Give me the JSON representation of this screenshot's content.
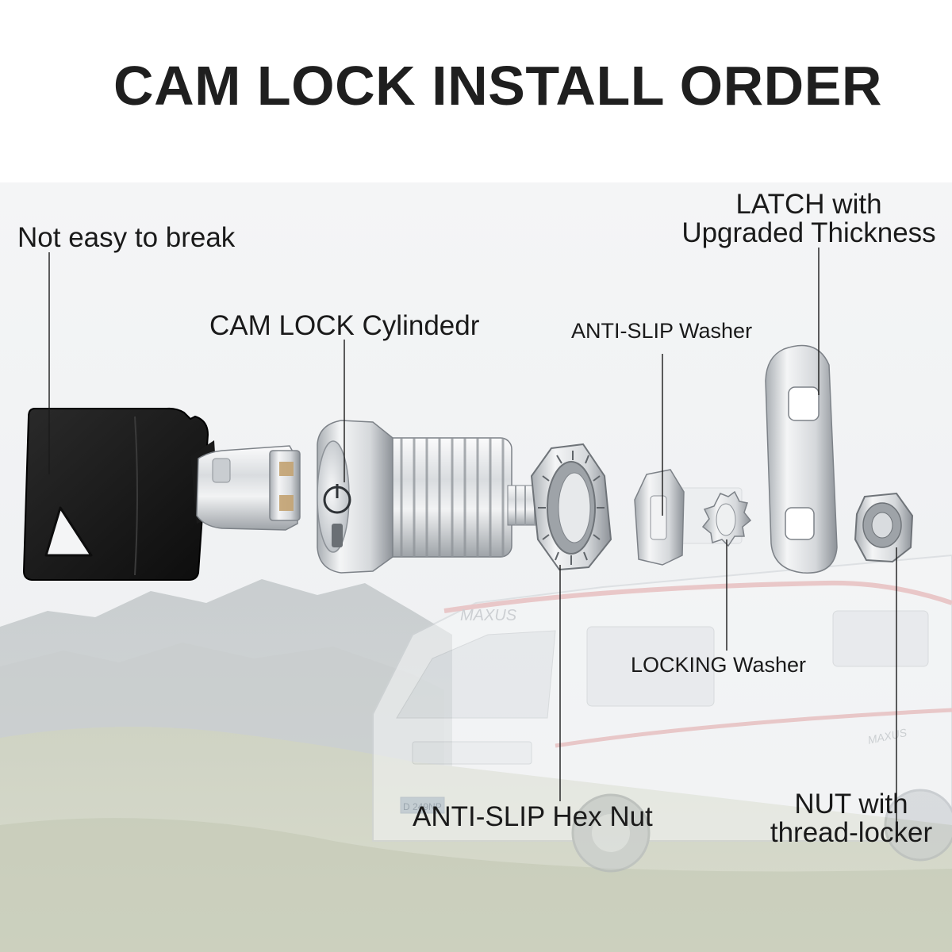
{
  "title": "CAM LOCK INSTALL ORDER",
  "labels": {
    "key": "Not easy to break",
    "cylinder": "CAM LOCK Cylindedr",
    "anti_slip_washer": "ANTI-SLIP Washer",
    "latch_line1": "LATCH with",
    "latch_line2": "Upgraded Thickness",
    "locking_washer": "LOCKING Washer",
    "hex_nut": "ANTI-SLIP Hex Nut",
    "nut_line1": "NUT with",
    "nut_line2": "thread-locker"
  },
  "background": {
    "vehicle_brand": "MAXUS",
    "plate": "D 249NP"
  },
  "colors": {
    "title": "#1f1f1f",
    "label": "#1a1a1a",
    "key_black": "#161616",
    "metal_light": "#e6e8ea",
    "metal_mid": "#b9bdc2",
    "metal_dark": "#7d8288",
    "sky": "#f1f3f5",
    "mountains": "#b7bdbf",
    "grass": "#c4c8b6",
    "stripe_red": "#e4a6a6"
  }
}
